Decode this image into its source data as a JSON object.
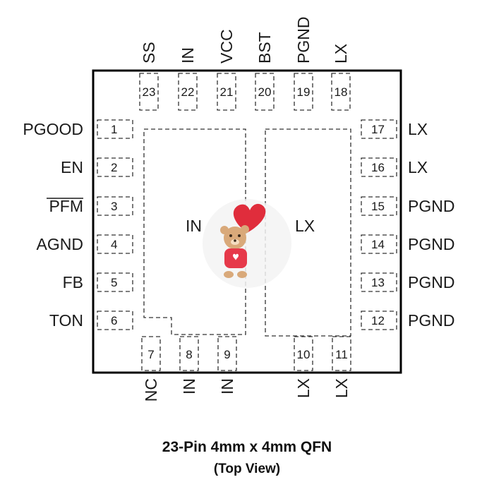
{
  "package": {
    "caption": "23-Pin 4mm x 4mm QFN",
    "view": "(Top View)"
  },
  "pins": {
    "left": [
      {
        "number": "1",
        "name": "PGOOD"
      },
      {
        "number": "2",
        "name": "EN"
      },
      {
        "number": "3",
        "name": "PFM",
        "overline": true
      },
      {
        "number": "4",
        "name": "AGND"
      },
      {
        "number": "5",
        "name": "FB"
      },
      {
        "number": "6",
        "name": "TON"
      }
    ],
    "bottom": [
      {
        "number": "7",
        "name": "NC"
      },
      {
        "number": "8",
        "name": "IN"
      },
      {
        "number": "9",
        "name": "IN"
      },
      {
        "number": "10",
        "name": "LX"
      },
      {
        "number": "11",
        "name": "LX"
      }
    ],
    "right": [
      {
        "number": "12",
        "name": "PGND"
      },
      {
        "number": "13",
        "name": "PGND"
      },
      {
        "number": "14",
        "name": "PGND"
      },
      {
        "number": "15",
        "name": "PGND"
      },
      {
        "number": "16",
        "name": "LX"
      },
      {
        "number": "17",
        "name": "LX"
      }
    ],
    "top": [
      {
        "number": "18",
        "name": "LX"
      },
      {
        "number": "19",
        "name": "PGND"
      },
      {
        "number": "20",
        "name": "BST"
      },
      {
        "number": "21",
        "name": "VCC"
      },
      {
        "number": "22",
        "name": "IN"
      },
      {
        "number": "23",
        "name": "SS"
      }
    ]
  },
  "exposed_pads": {
    "left_label": "IN",
    "right_label": "LX"
  },
  "watermark": {
    "icon": "teddy-bear-heart-balloon",
    "colors": {
      "balloon": "#e02d3c",
      "bear": "#d9a97a",
      "shirt": "#e6394a"
    }
  }
}
